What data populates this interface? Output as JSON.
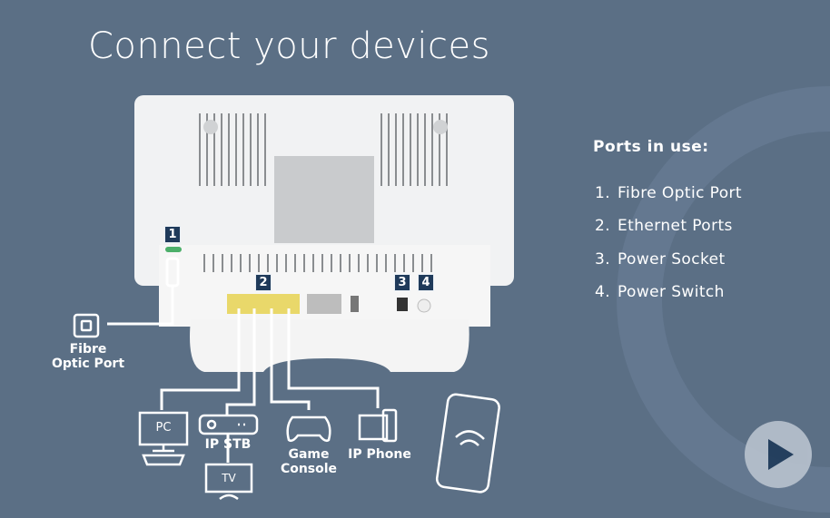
{
  "title": "Connect your devices",
  "ports_panel": {
    "heading": "Ports in use:",
    "items": [
      {
        "num": "1.",
        "label": "Fibre Optic Port"
      },
      {
        "num": "2.",
        "label": "Ethernet Ports"
      },
      {
        "num": "3.",
        "label": "Power Socket"
      },
      {
        "num": "4.",
        "label": "Power Switch"
      }
    ]
  },
  "badges": [
    "1",
    "2",
    "3",
    "4"
  ],
  "devices": {
    "fibre_line1": "Fibre",
    "fibre_line2": "Optic Port",
    "pc": "PC",
    "ip_stb": "IP STB",
    "tv": "TV",
    "game_line1": "Game",
    "game_line2": "Console",
    "ip_phone": "IP Phone"
  },
  "colors": {
    "background": "#5b6f85",
    "badge": "#1f3a5a",
    "ethernet": "#e9d86a"
  }
}
